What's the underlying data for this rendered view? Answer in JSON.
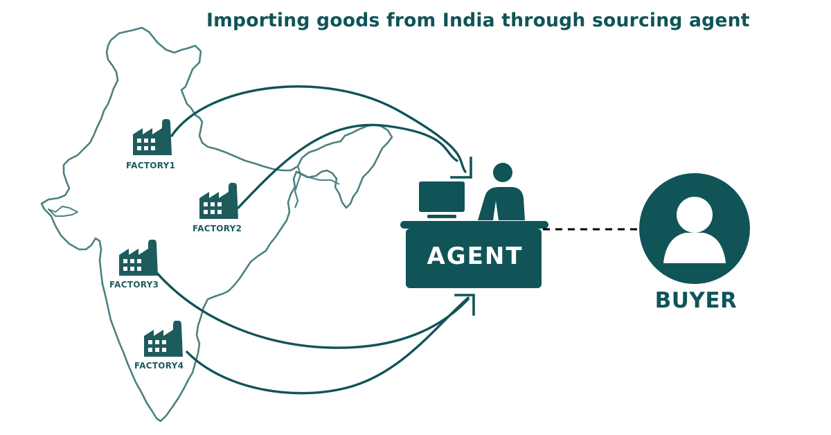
{
  "title": "Importing goods from India through sourcing agent",
  "colors": {
    "primary": "#105458",
    "map_outline": "#4b8080",
    "background": "#ffffff",
    "connector_dash": "#000000"
  },
  "map": {
    "region": "India",
    "icon": "india-map-outline"
  },
  "factories": [
    {
      "label": "FACTORY1",
      "icon": "factory-icon"
    },
    {
      "label": "FACTORY2",
      "icon": "factory-icon"
    },
    {
      "label": "FACTORY3",
      "icon": "factory-icon"
    },
    {
      "label": "FACTORY4",
      "icon": "factory-icon"
    }
  ],
  "agent": {
    "label": "AGENT",
    "icon": "agent-at-desk-icon"
  },
  "buyer": {
    "label": "BUYER",
    "icon": "person-circle-icon"
  },
  "connections": [
    {
      "from": "FACTORY1",
      "to": "AGENT",
      "style": "curved-arrow"
    },
    {
      "from": "FACTORY2",
      "to": "AGENT",
      "style": "curved-arrow"
    },
    {
      "from": "FACTORY3",
      "to": "AGENT",
      "style": "curved-arrow"
    },
    {
      "from": "FACTORY4",
      "to": "AGENT",
      "style": "curved-arrow"
    },
    {
      "from": "AGENT",
      "to": "BUYER",
      "style": "dashed-line"
    }
  ]
}
